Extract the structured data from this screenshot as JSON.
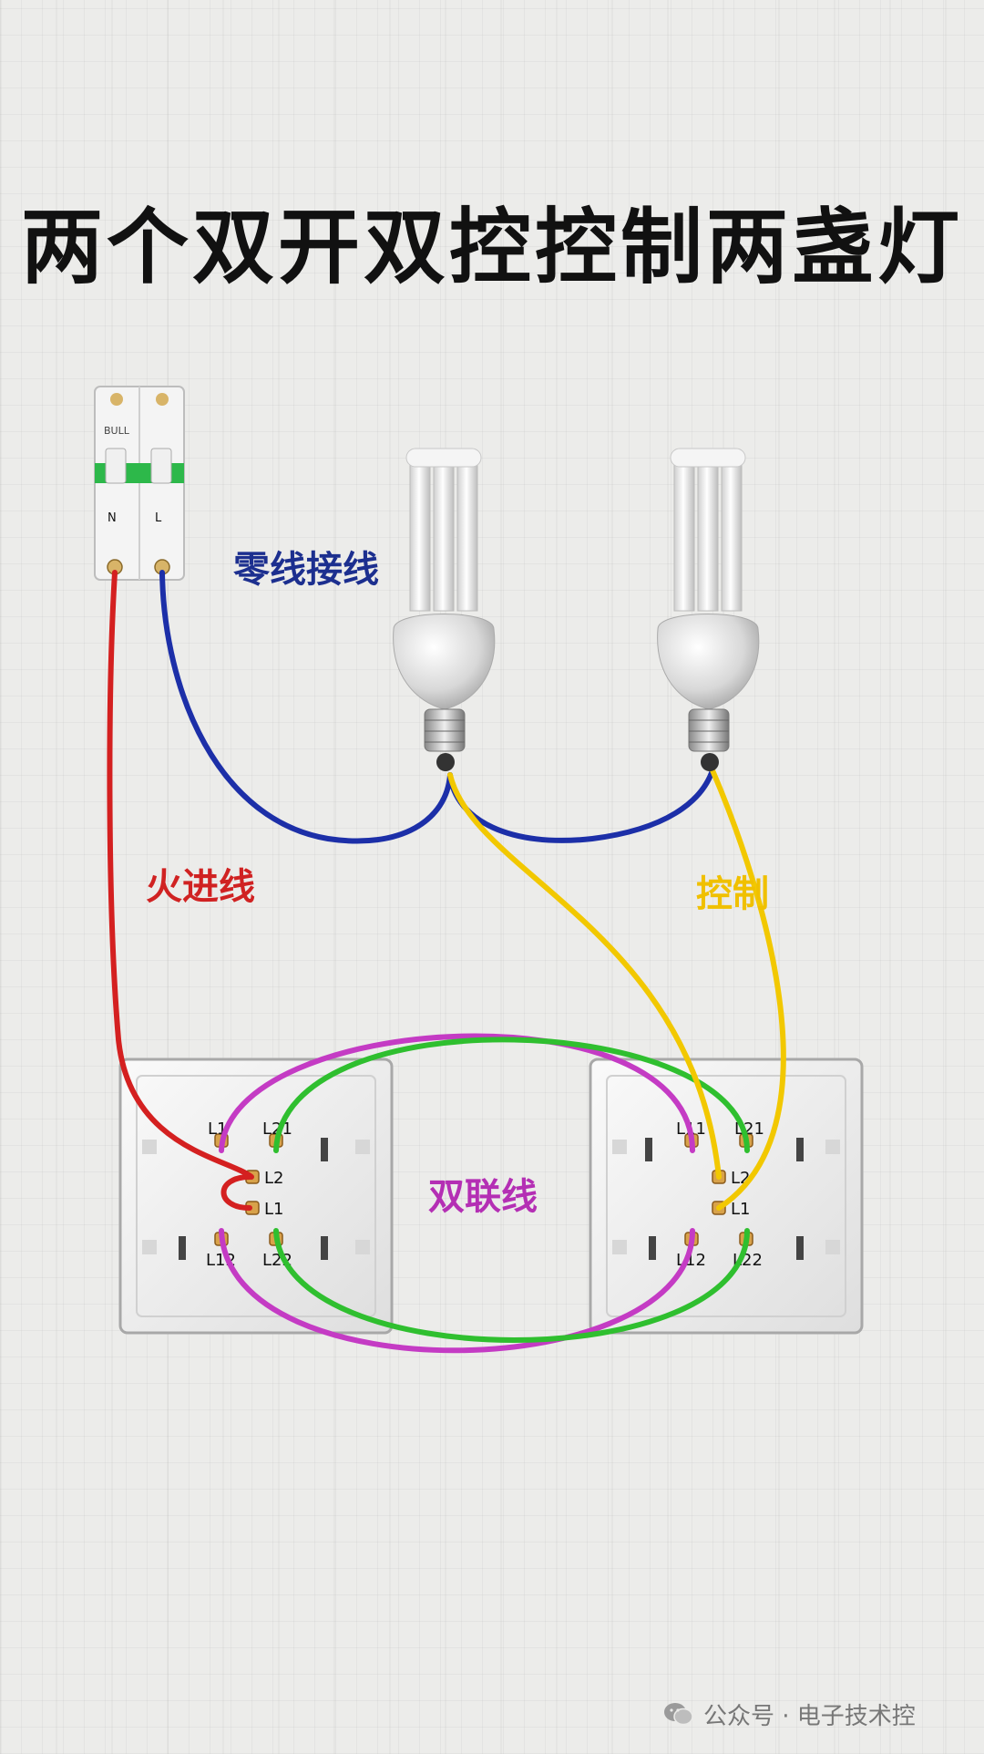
{
  "title": "两个双开双控控制两盏灯",
  "labels": {
    "neutral": "零线接线",
    "live": "火进线",
    "control": "控制",
    "traveler": "双联线"
  },
  "breaker": {
    "brand": "BULL",
    "terminal_labels": [
      "N",
      "L"
    ]
  },
  "switch_terminals": {
    "left": [
      "L1",
      "L21",
      "L2",
      "L1",
      "L12",
      "L22"
    ],
    "right": [
      "L11",
      "L21",
      "L2",
      "L1",
      "L12",
      "L22"
    ]
  },
  "colors": {
    "live_wire": "#d42020",
    "neutral_wire": "#1c2fa8",
    "control_wire": "#f2c800",
    "traveler_purple": "#c43bc4",
    "traveler_green": "#2fbf2f",
    "neutral_label": "#1c2f8f",
    "live_label": "#d02222",
    "control_label": "#f0c000",
    "traveler_label": "#b42fb4"
  },
  "watermark": "公众号 · 电子技术控"
}
